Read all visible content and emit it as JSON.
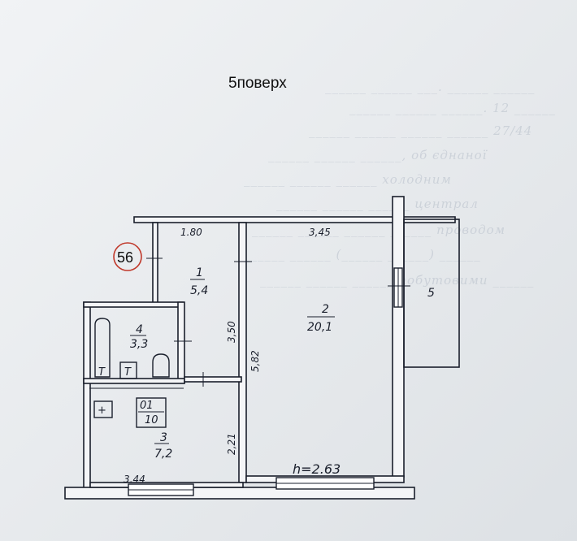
{
  "title": "5поверх",
  "unit_number": "56",
  "ceiling_height": "h=2.63",
  "rooms": [
    {
      "id": "1",
      "area": "5,4"
    },
    {
      "id": "2",
      "area": "20,1"
    },
    {
      "id": "3",
      "area": "7,2"
    },
    {
      "id": "4",
      "area": "3,3"
    },
    {
      "id": "5"
    }
  ],
  "closet": {
    "label": "01",
    "area": "10"
  },
  "dimensions": {
    "hall_width": "1.80",
    "room_width": "3,45",
    "hall_length": "3,50",
    "room_length": "5,82",
    "kitchen_depth": "2,21",
    "kitchen_width": "3.44"
  },
  "fixtures": {
    "toilet_mark": "T",
    "sink_mark": "T",
    "stove_mark": "+"
  },
  "background_text": [
    "______ ______ ___. ______ ______",
    "______ ______ ______. 12 ______",
    "______ ______ ______ ______ 27/44",
    "______ ______ ______, об єднаної",
    "______ ______ ______ холодним",
    "______ ______ ______ централ",
    "______ ______ ______ ______ проводом",
    "______ ______ (______ ______) ______",
    "______ ______ ______ побутовими ______"
  ]
}
